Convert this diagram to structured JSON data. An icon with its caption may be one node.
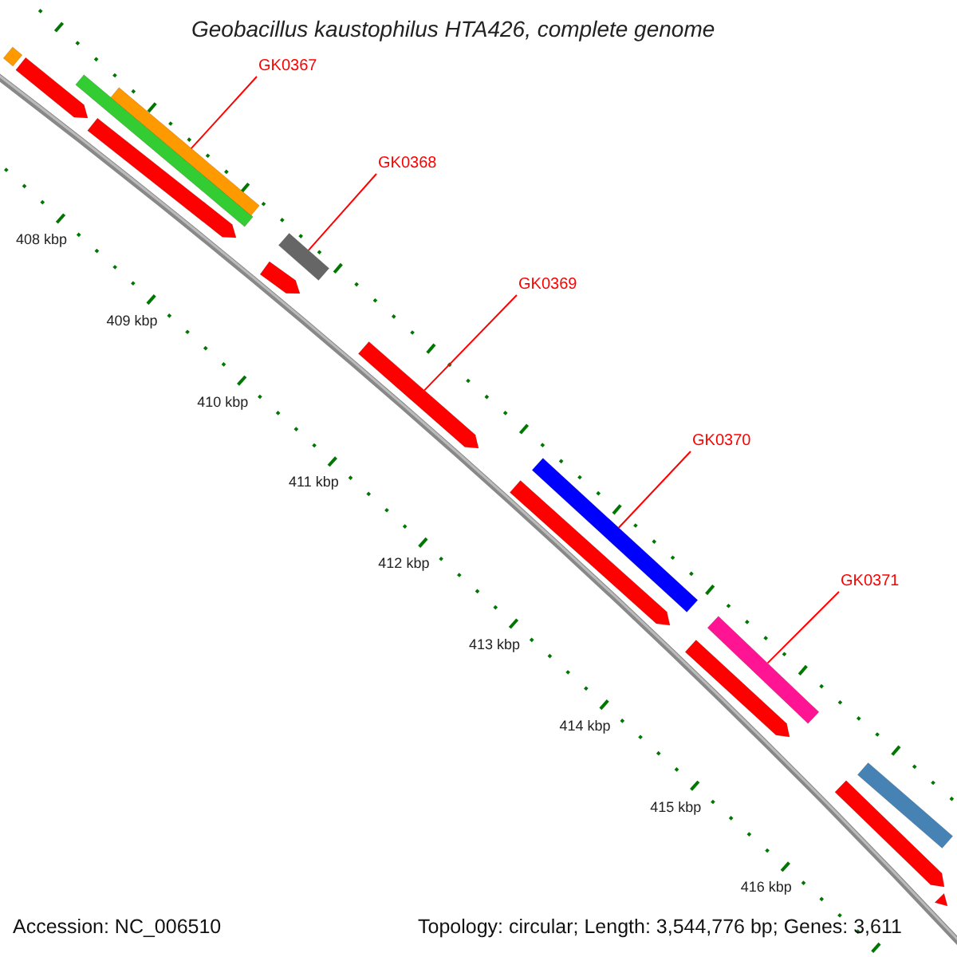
{
  "diagram": {
    "title": "Geobacillus kaustophilus HTA426, complete genome",
    "nodes": [
      {
        "text": [],
        "shape": "bar"
      },
      {
        "text": [],
        "shape": "arrow"
      },
      {
        "text": [
          "GK0367"
        ]
      },
      {
        "text": [],
        "shape": "bar"
      },
      {
        "text": [],
        "shape": "bar"
      },
      {
        "text": [],
        "shape": "arrow"
      },
      {
        "text": [
          "GK0368"
        ]
      },
      {
        "text": [],
        "shape": "bar"
      },
      {
        "text": [],
        "shape": "arrow"
      },
      {
        "text": [
          "GK0369"
        ]
      },
      {
        "text": [],
        "shape": "arrow"
      },
      {
        "text": [
          "GK0370"
        ]
      },
      {
        "text": [],
        "shape": "bar"
      },
      {
        "text": [],
        "shape": "arrow"
      },
      {
        "text": [
          "GK0371"
        ]
      },
      {
        "text": [],
        "shape": "bar"
      },
      {
        "text": [],
        "shape": "arrow"
      },
      {
        "text": [],
        "shape": "bar"
      },
      {
        "text": [],
        "shape": "arrow"
      },
      {
        "text": [],
        "shape": "arrow"
      }
    ],
    "edges": [
      {
        "from": 2,
        "to": 4,
        "arrow": "none"
      },
      {
        "from": 6,
        "to": 7,
        "arrow": "none"
      },
      {
        "from": 9,
        "to": 10,
        "arrow": "none"
      },
      {
        "from": 11,
        "to": 12,
        "arrow": "none"
      },
      {
        "from": 14,
        "to": 15,
        "arrow": "none"
      }
    ],
    "labels": [
      "408 kbp",
      "409 kbp",
      "410 kbp",
      "411 kbp",
      "412 kbp",
      "413 kbp",
      "414 kbp",
      "415 kbp",
      "416 kbp",
      "Accession: NC_006510",
      "Topology: circular; Length: 3,544,776 bp; Genes: 3,611"
    ]
  }
}
